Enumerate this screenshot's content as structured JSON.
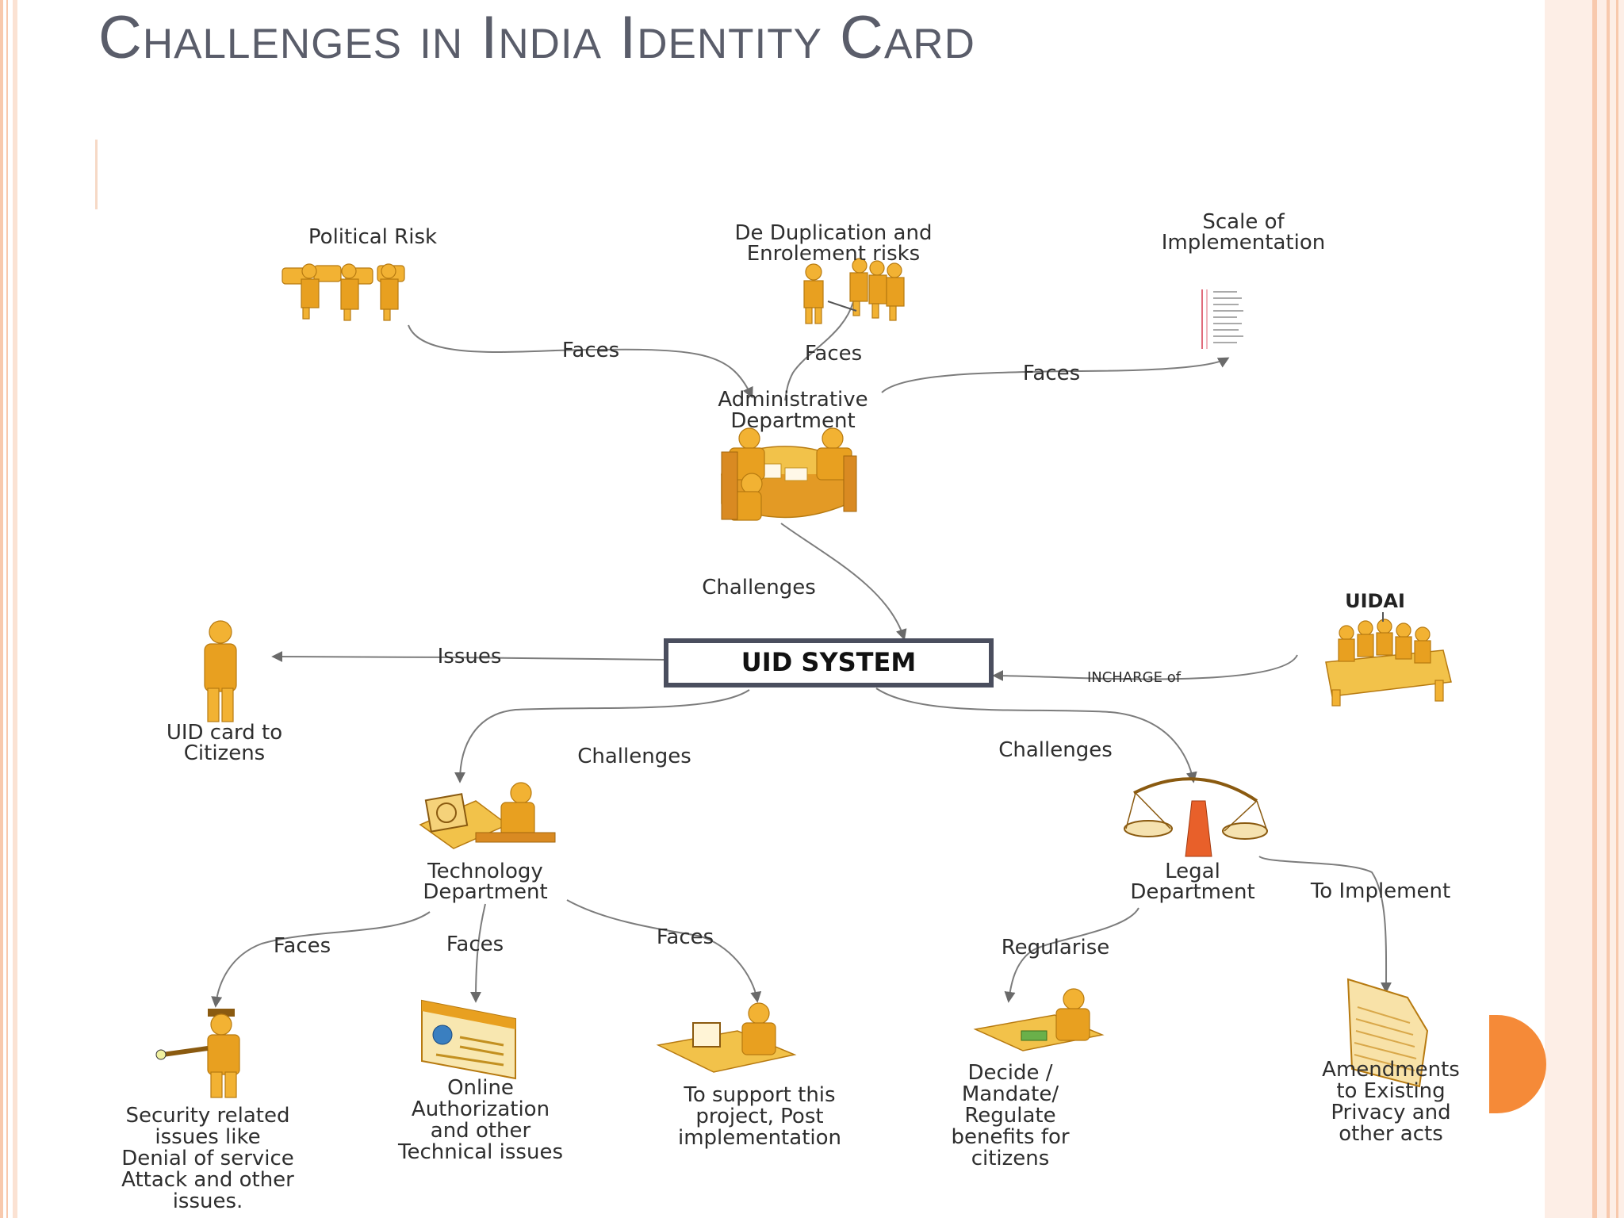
{
  "slide": {
    "title": "Challenges in India Identity Card",
    "theme_colors": {
      "accent": "#f58a38",
      "frame": "#f8c9ad",
      "title": "#5a5d6a"
    }
  },
  "diagram": {
    "center": "UID SYSTEM",
    "nodes": {
      "political_risk": "Political Risk",
      "dedup_line1": "De Duplication and",
      "dedup_line2": "Enrolement risks",
      "scale_line1": "Scale of",
      "scale_line2": "Implementation",
      "admin_line1": "Administrative",
      "admin_line2": "Department",
      "uidai": "UIDAI",
      "uid_card_line1": "UID card to",
      "uid_card_line2": "Citizens",
      "tech_line1": "Technology",
      "tech_line2": "Department",
      "legal_line1": "Legal",
      "legal_line2": "Department",
      "security": [
        "Security related",
        "issues like",
        "Denial of service",
        "Attack and other",
        "issues."
      ],
      "online": [
        "Online",
        "Authorization",
        "and other",
        "Technical issues"
      ],
      "support": [
        "To support this",
        "project, Post",
        "implementation"
      ],
      "decide": [
        "Decide /",
        "Mandate/",
        "Regulate",
        "benefits for",
        "citizens"
      ],
      "amend": [
        "Amendments",
        "to Existing",
        "Privacy and",
        "other acts"
      ]
    },
    "edges": {
      "faces": "Faces",
      "challenges": "Challenges",
      "issues": "Issues",
      "incharge": "INCHARGE of",
      "regularise": "Regularise",
      "to_implement": "To Implement"
    },
    "icons": [
      "political-risk-figures-icon",
      "dedup-figures-icon",
      "scale-document-icon",
      "meeting-table-icon",
      "citizen-figure-icon",
      "uidai-board-icon",
      "computer-worker-icon",
      "scales-of-justice-icon",
      "security-guard-icon",
      "web-browser-icon",
      "laptop-worker-icon",
      "writing-desk-icon",
      "document-page-icon"
    ]
  }
}
